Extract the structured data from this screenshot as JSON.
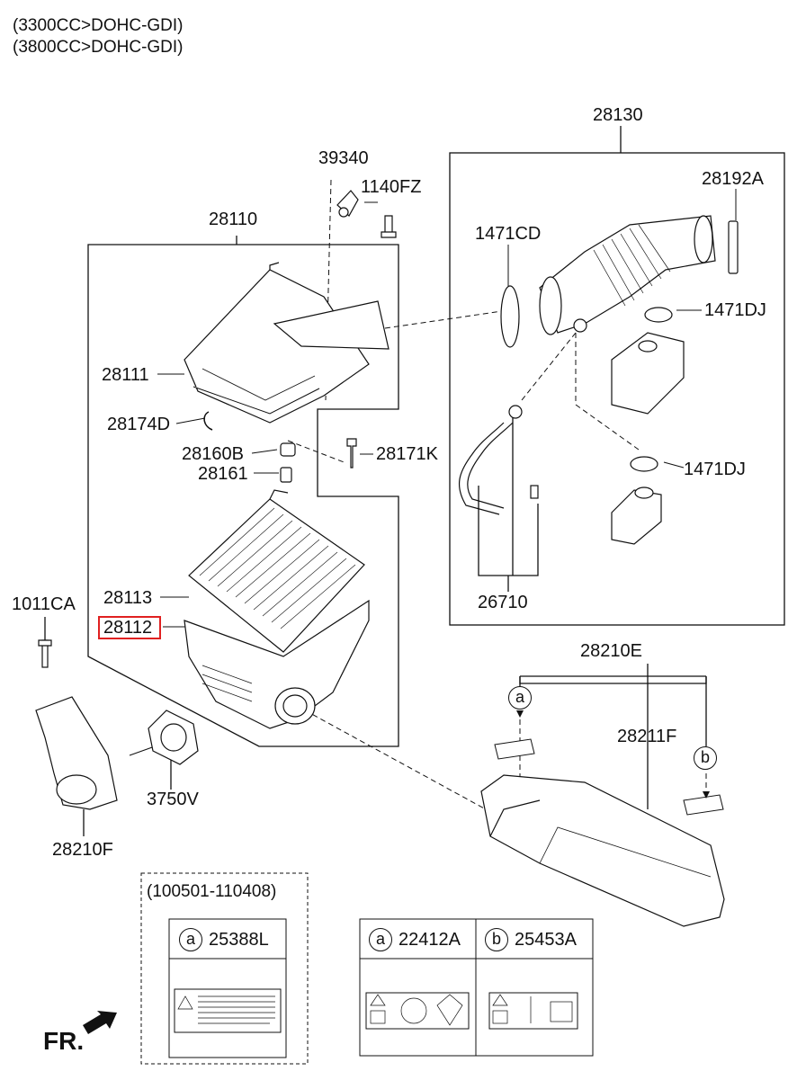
{
  "header": {
    "line1": "(3300CC>DOHC-GDI)",
    "line2": "(3800CC>DOHC-GDI)"
  },
  "parts": {
    "p28130": "28130",
    "p39340": "39340",
    "p1140FZ": "1140FZ",
    "p28192A": "28192A",
    "p28110": "28110",
    "p1471CD": "1471CD",
    "p1471DJ_top": "1471DJ",
    "p28111": "28111",
    "p28174D": "28174D",
    "p28160B": "28160B",
    "p28171K": "28171K",
    "p28161": "28161",
    "p1471DJ_bottom": "1471DJ",
    "p28113": "28113",
    "p28112": "28112",
    "p26710": "26710",
    "p1011CA": "1011CA",
    "p28210E": "28210E",
    "p28211F": "28211F",
    "p3750V": "3750V",
    "p28210F": "28210F"
  },
  "callouts": {
    "a": "a",
    "b": "b"
  },
  "legend": {
    "date_range": "(100501-110408)",
    "left_box": {
      "key": "a",
      "part": "25388L"
    },
    "right_box_a": {
      "key": "a",
      "part": "22412A"
    },
    "right_box_b": {
      "key": "b",
      "part": "25453A"
    }
  },
  "direction": "FR.",
  "highlighted_part": "28112",
  "colors": {
    "highlight": "#e02020",
    "line": "#111111"
  }
}
